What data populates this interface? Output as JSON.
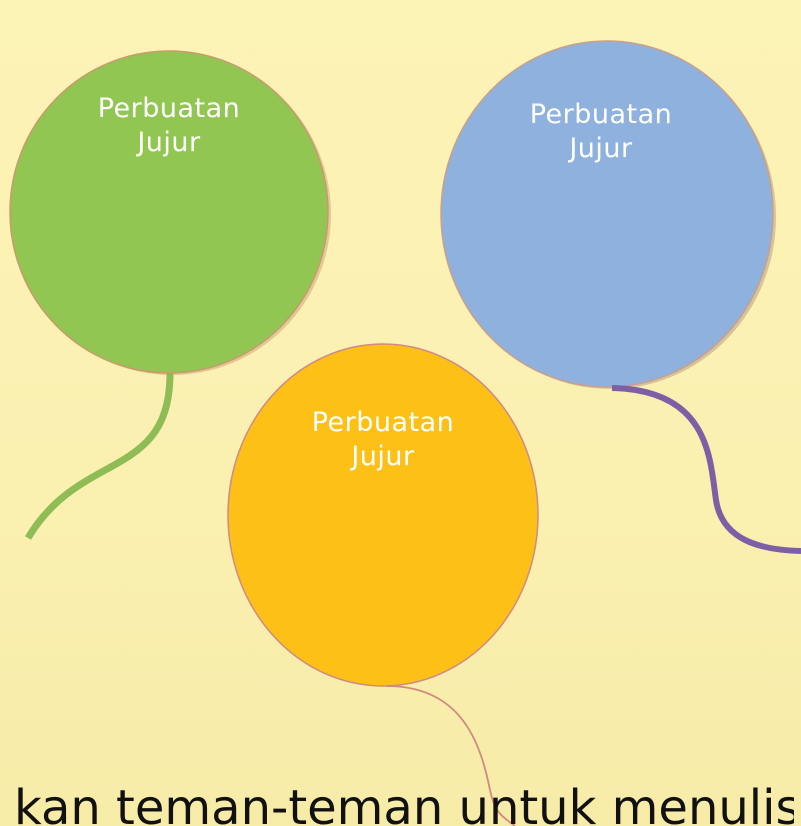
{
  "balloons": [
    {
      "id": "green",
      "line1": "Perbuatan",
      "line2": "Jujur",
      "color": "#92c653",
      "string_color": "#8fbc55"
    },
    {
      "id": "blue",
      "line1": "Perbuatan",
      "line2": "Jujur",
      "color": "#8fb1de",
      "string_color": "#7d5fa6"
    },
    {
      "id": "orange",
      "line1": "Perbuatan",
      "line2": "Jujur",
      "color": "#fcc016",
      "string_color": "#d08a7e"
    }
  ],
  "footer": {
    "text": "kan teman-teman untuk menuliskan beberapa"
  },
  "colors": {
    "background": "#fcf3b6",
    "outline": "#d7a06a"
  }
}
